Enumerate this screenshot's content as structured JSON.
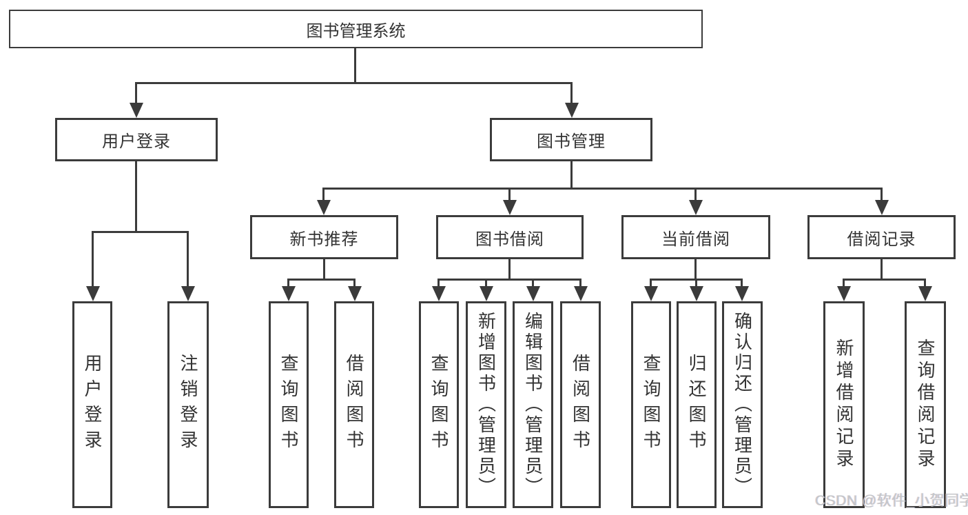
{
  "diagram": {
    "title": "图书管理系统",
    "root": {
      "label": "图书管理系统"
    },
    "level2": [
      {
        "id": "user-login",
        "label": "用户登录"
      },
      {
        "id": "book-management",
        "label": "图书管理"
      }
    ],
    "level3": [
      {
        "id": "new-book-recommendation",
        "label": "新书推荐",
        "parent": "book-management"
      },
      {
        "id": "book-borrowing",
        "label": "图书借阅",
        "parent": "book-management"
      },
      {
        "id": "current-borrowing",
        "label": "当前借阅",
        "parent": "book-management"
      },
      {
        "id": "borrowing-records",
        "label": "借阅记录",
        "parent": "book-management"
      }
    ],
    "leaves": [
      {
        "id": "user-login-leaf",
        "label": "用户登录",
        "parent": "user-login"
      },
      {
        "id": "logout",
        "label": "注销登录",
        "parent": "user-login"
      },
      {
        "id": "query-books-recommend",
        "label": "查询图书",
        "parent": "new-book-recommendation"
      },
      {
        "id": "borrow-books-recommend",
        "label": "借阅图书",
        "parent": "new-book-recommendation"
      },
      {
        "id": "query-books-borrowing",
        "label": "查询图书",
        "parent": "book-borrowing"
      },
      {
        "id": "add-book-admin",
        "label": "新增图书（管理员）",
        "parent": "book-borrowing"
      },
      {
        "id": "edit-book-admin",
        "label": "编辑图书（管理员）",
        "parent": "book-borrowing"
      },
      {
        "id": "borrow-books-borrowing",
        "label": "借阅图书",
        "parent": "book-borrowing"
      },
      {
        "id": "query-books-current",
        "label": "查询图书",
        "parent": "current-borrowing"
      },
      {
        "id": "return-books",
        "label": "归还图书",
        "parent": "current-borrowing"
      },
      {
        "id": "confirm-return-admin",
        "label": "确认归还（管理员）",
        "parent": "current-borrowing"
      },
      {
        "id": "add-borrow-record",
        "label": "新增借阅记录",
        "parent": "borrowing-records"
      },
      {
        "id": "query-borrow-record",
        "label": "查询借阅记录",
        "parent": "borrowing-records"
      }
    ],
    "watermark": "CSDN @软件_小贺同学",
    "colors": {
      "line": "#3b3b3b",
      "text": "#333333",
      "background": "#ffffff",
      "watermark": "#c4c6c9"
    }
  }
}
